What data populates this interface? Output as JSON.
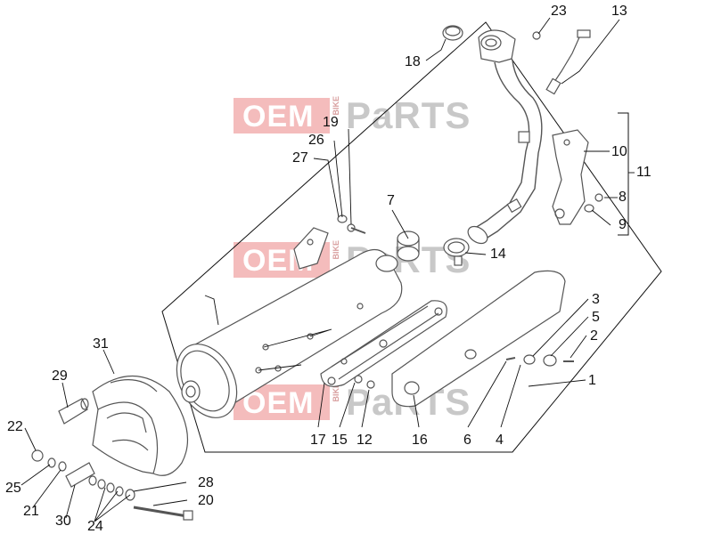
{
  "watermark": {
    "brand": "OEM",
    "brand_small": "BIKE",
    "suffix": "PaRTS"
  },
  "callouts": [
    "23",
    "13",
    "18",
    "19",
    "26",
    "27",
    "10",
    "11",
    "8",
    "9",
    "7",
    "14",
    "3",
    "5",
    "2",
    "1",
    "31",
    "29",
    "22",
    "25",
    "21",
    "30",
    "24",
    "28",
    "20",
    "17",
    "15",
    "12",
    "16",
    "6",
    "4"
  ],
  "colors": {
    "line": "#111111",
    "part_stroke": "#555555",
    "part_fill": "#ffffff",
    "shadow": "#e6e6e6",
    "watermark_box": "#f0a5a5",
    "watermark_gray": "#c8c8c8"
  }
}
